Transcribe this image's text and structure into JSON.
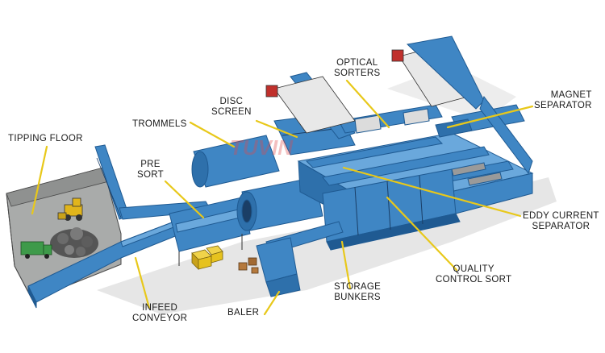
{
  "labels": {
    "tipping_floor": "TIPPING FLOOR",
    "trommels": "TROMMELS",
    "disc_screen": "DISC\nSCREEN",
    "optical_sorters": "OPTICAL\nSORTERS",
    "magnet_separator": "MAGNET\nSEPARATOR",
    "pre_sort": "PRE\nSORT",
    "eddy_current_separator": "EDDY CURRENT\nSEPARATOR",
    "quality_control_sort": "QUALITY\nCONTROL SORT",
    "storage_bunkers": "STORAGE\nBUNKERS",
    "infeed_conveyor": "INFEED\nCONVEYOR",
    "baler": "BALER"
  },
  "watermark": "TUVIN",
  "colors": {
    "machine_blue": "#3f86c4",
    "machine_blue_dark": "#1f5a92",
    "leader_line": "#e8c81a",
    "floor_grey": "#a9abaa",
    "watermark_red": "#e24a4a",
    "bale_yellow": "#e6c21e"
  }
}
